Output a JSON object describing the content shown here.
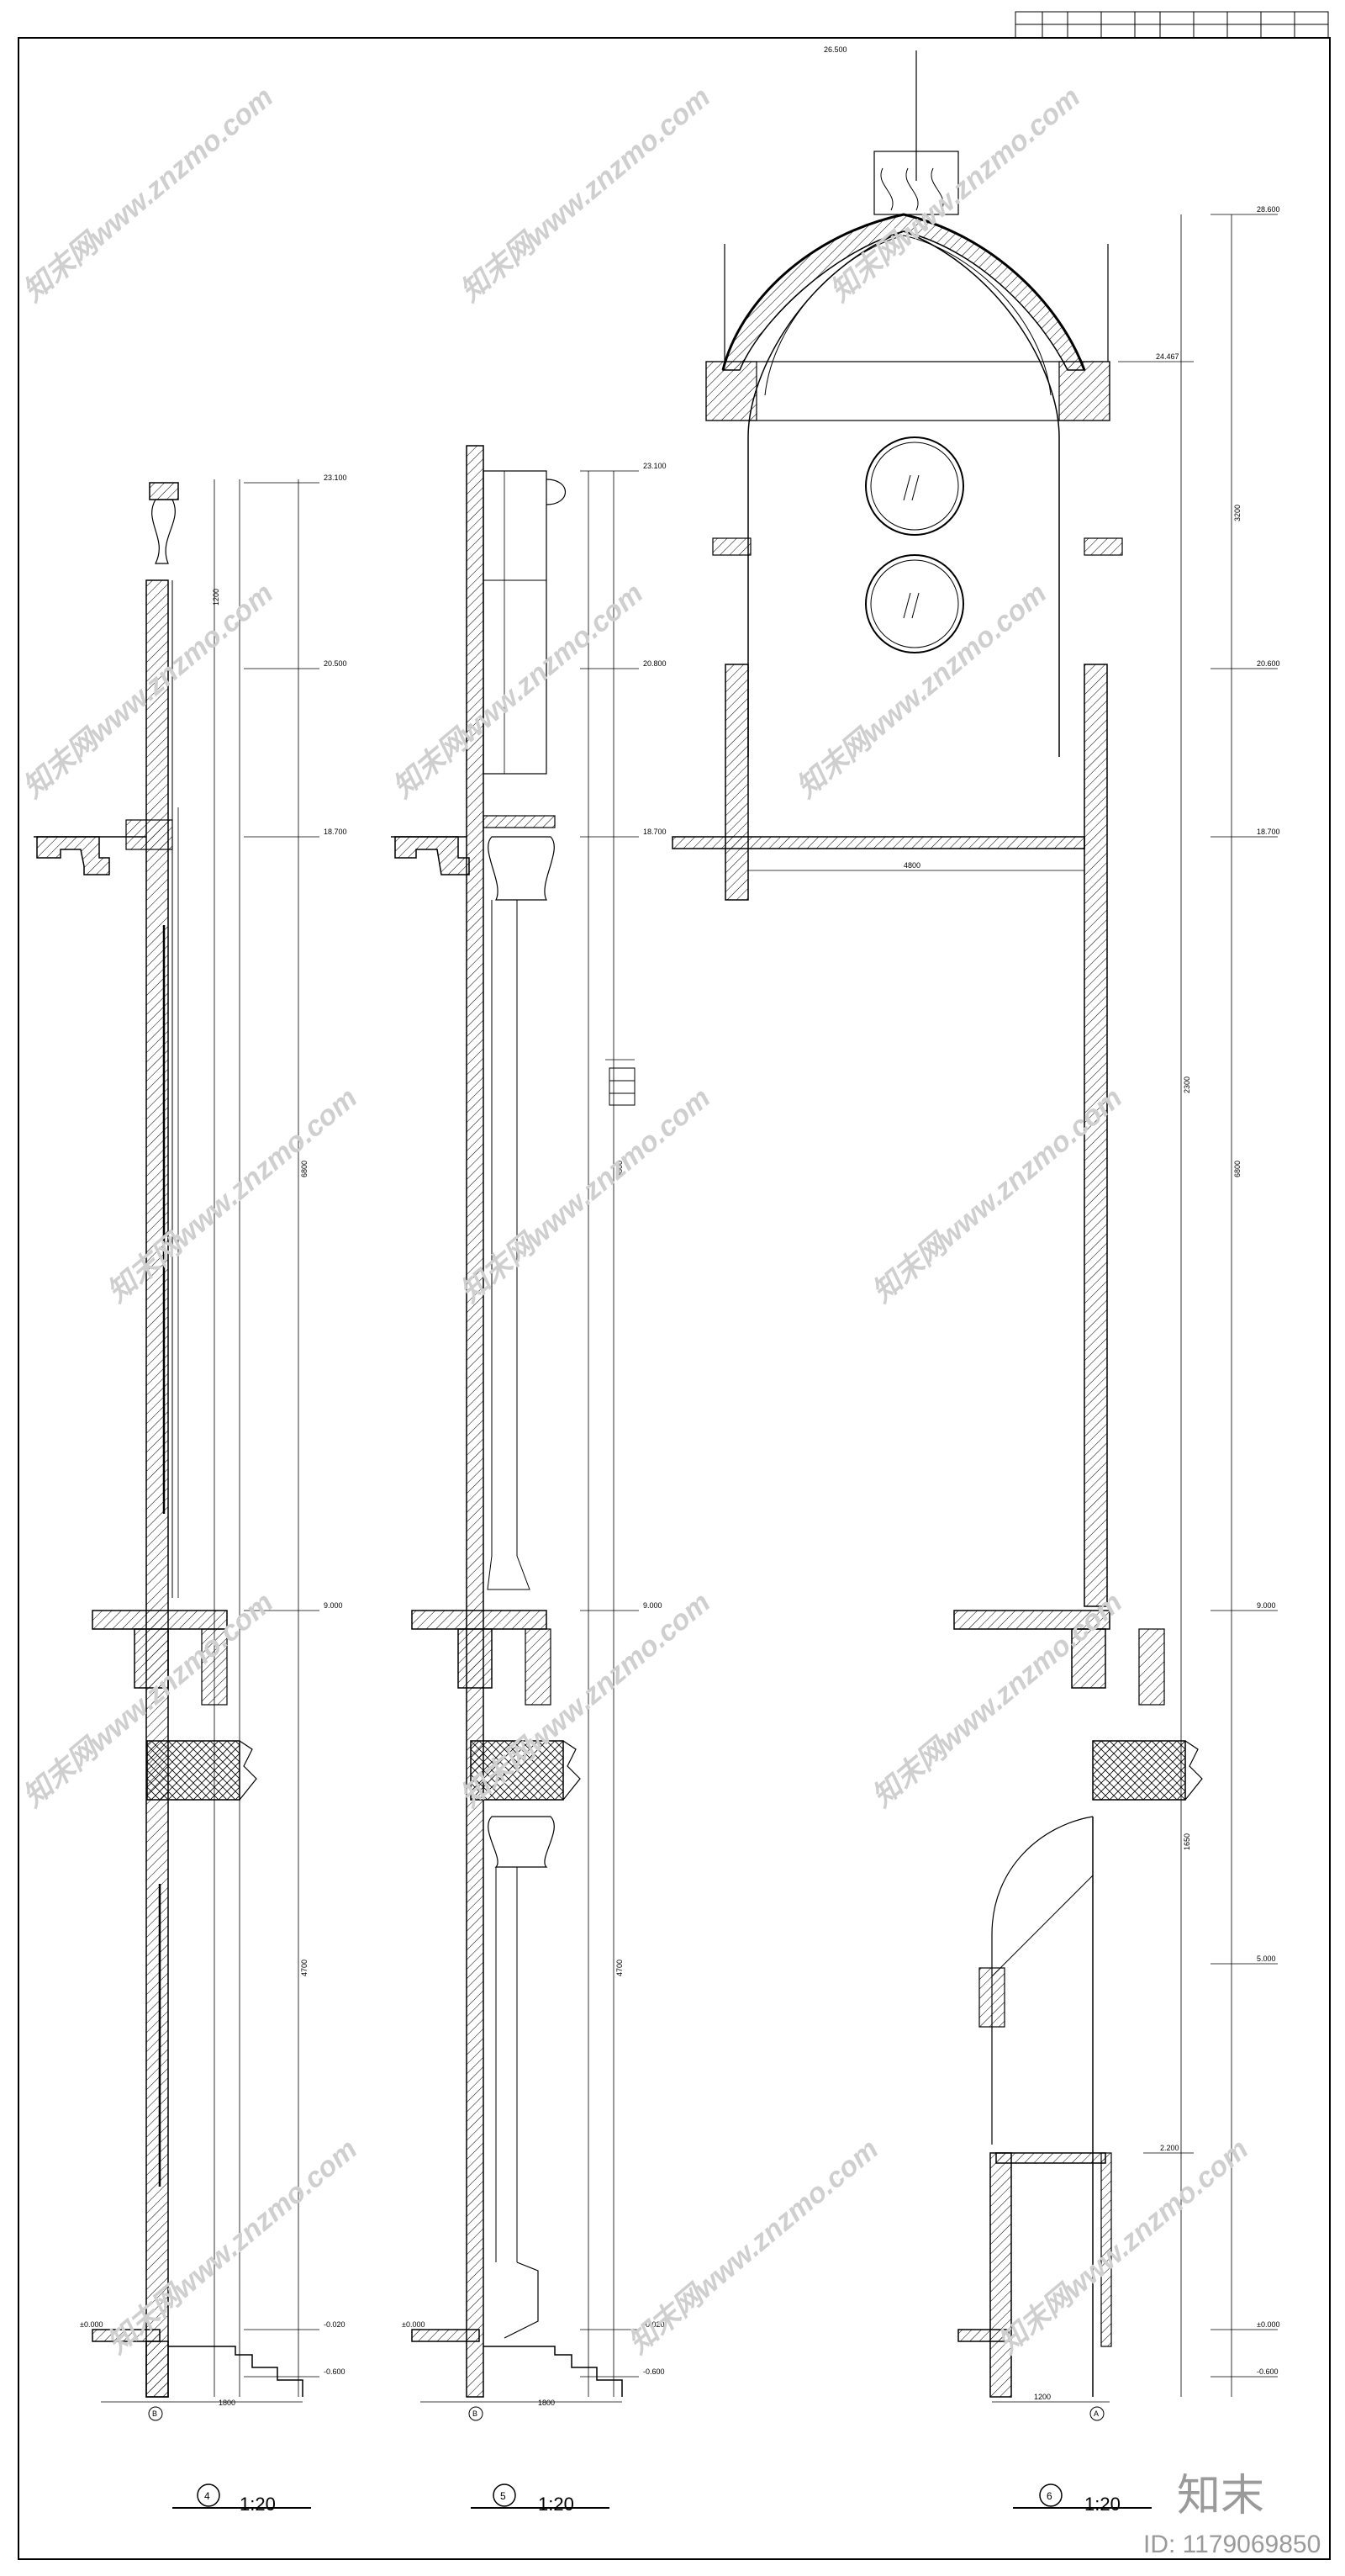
{
  "watermark": {
    "text": "知末网www.znzmo.com"
  },
  "brand": {
    "logo": "知末",
    "id_label": "ID: 1179069850"
  },
  "sections": [
    {
      "number": "4",
      "scale": "1:20",
      "grid_label": "B",
      "levels": [
        "23.100",
        "20.500",
        "18.700",
        "9.000",
        "±0.000",
        "-0.020",
        "-0.600"
      ]
    },
    {
      "number": "5",
      "scale": "1:20",
      "grid_label": "B",
      "levels": [
        "23.100",
        "20.800",
        "18.700",
        "9.000",
        "±0.000",
        "-0.020",
        "-0.600"
      ]
    },
    {
      "number": "6",
      "scale": "1:20",
      "grid_label": "A",
      "levels": [
        "28.600",
        "26.500",
        "24.467",
        "20.600",
        "18.700",
        "9.000",
        "5.000",
        "2.200",
        "±0.000",
        "-0.600"
      ],
      "dims": {
        "width_4800": "4800",
        "width_1200": "1200"
      }
    }
  ],
  "dims": [
    "1200",
    "3200",
    "4700",
    "6800",
    "1650",
    "2300",
    "1800"
  ],
  "colors": {
    "line": "#000000",
    "hatch": "#000000",
    "watermark": "#cfcfcf"
  }
}
